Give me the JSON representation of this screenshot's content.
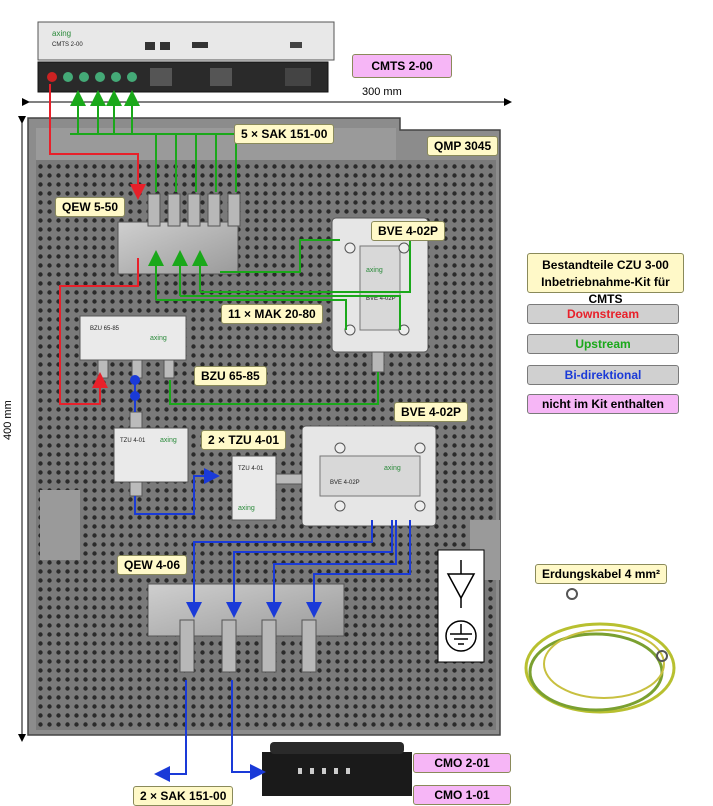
{
  "title_box": {
    "line1": "Bestandteile CZU 3-00",
    "line2": "Inbetriebnahme-Kit für CMTS"
  },
  "legend": [
    {
      "label": "Downstream",
      "color": "#e8202a"
    },
    {
      "label": "Upstream",
      "color": "#1aa81a"
    },
    {
      "label": "Bi-direktional",
      "color": "#1a3ad8"
    },
    {
      "label": "nicht im Kit enthalten",
      "color": "#000000",
      "bg": "#f6b6f6"
    }
  ],
  "labels": {
    "cmts": "CMTS 2-00",
    "sak_top": "5 × SAK 151-00",
    "qmp": "QMP 3045",
    "qew550": "QEW 5-50",
    "bve_top": "BVE 4-02P",
    "mak": "11 × MAK 20-80",
    "bzu": "BZU 65-85",
    "bve_mid": "BVE 4-02P",
    "tzu": "2 × TZU 4-01",
    "qew406": "QEW 4-06",
    "erdung": "Erdungskabel 4 mm²",
    "cmo201": "CMO 2-01",
    "cmo101": "CMO 1-01",
    "sak_bottom": "2 × SAK 151-00"
  },
  "dimensions": {
    "width": "300 mm",
    "height": "400 mm"
  },
  "device_text": {
    "brand": "axing",
    "cmts_model": "CMTS 2-00",
    "bzu_model": "BZU 65-85",
    "tzu_model": "TZU 4-01",
    "bve_model": "BVE 4-02P"
  },
  "colors": {
    "downstream": "#e8202a",
    "upstream": "#1aa81a",
    "bidirectional": "#1a3ad8",
    "plate": "#6e6e6e"
  }
}
